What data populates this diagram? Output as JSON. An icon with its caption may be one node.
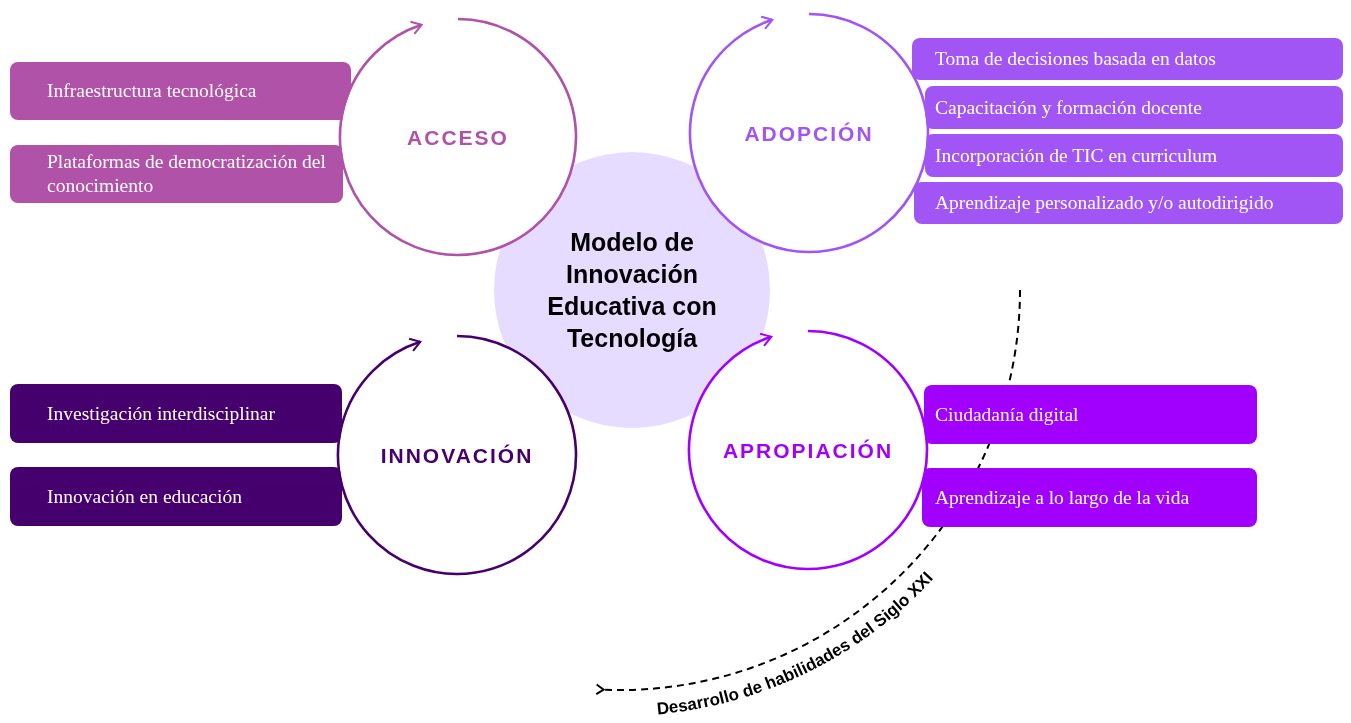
{
  "diagram": {
    "nodes": [
      {
        "text": [
          "Modelo de Innovación Educativa con Tecnología"
        ]
      },
      {
        "text": [
          "ACCESO"
        ]
      },
      {
        "text": [
          "Infraestructura tecnológica"
        ]
      },
      {
        "text": [
          "Plataformas de democratización del conocimiento"
        ]
      },
      {
        "text": [
          "ADOPCIÓN"
        ]
      },
      {
        "text": [
          "Toma de decisiones basada en datos"
        ]
      },
      {
        "text": [
          "Capacitación y formación docente"
        ]
      },
      {
        "text": [
          "Incorporación de TIC en curriculum"
        ]
      },
      {
        "text": [
          "Aprendizaje personalizado y/o autodirigido"
        ]
      },
      {
        "text": [
          "INNOVACIÓN"
        ]
      },
      {
        "text": [
          "Investigación interdisciplinar"
        ]
      },
      {
        "text": [
          "Innovación en educación"
        ]
      },
      {
        "text": [
          "APROPIACIÓN"
        ]
      },
      {
        "text": [
          "Ciudadanía digital"
        ]
      },
      {
        "text": [
          "Aprendizaje a lo largo de la vida"
        ]
      }
    ],
    "labels": [
      "Desarrollo de habilidades del Siglo XXI"
    ]
  }
}
